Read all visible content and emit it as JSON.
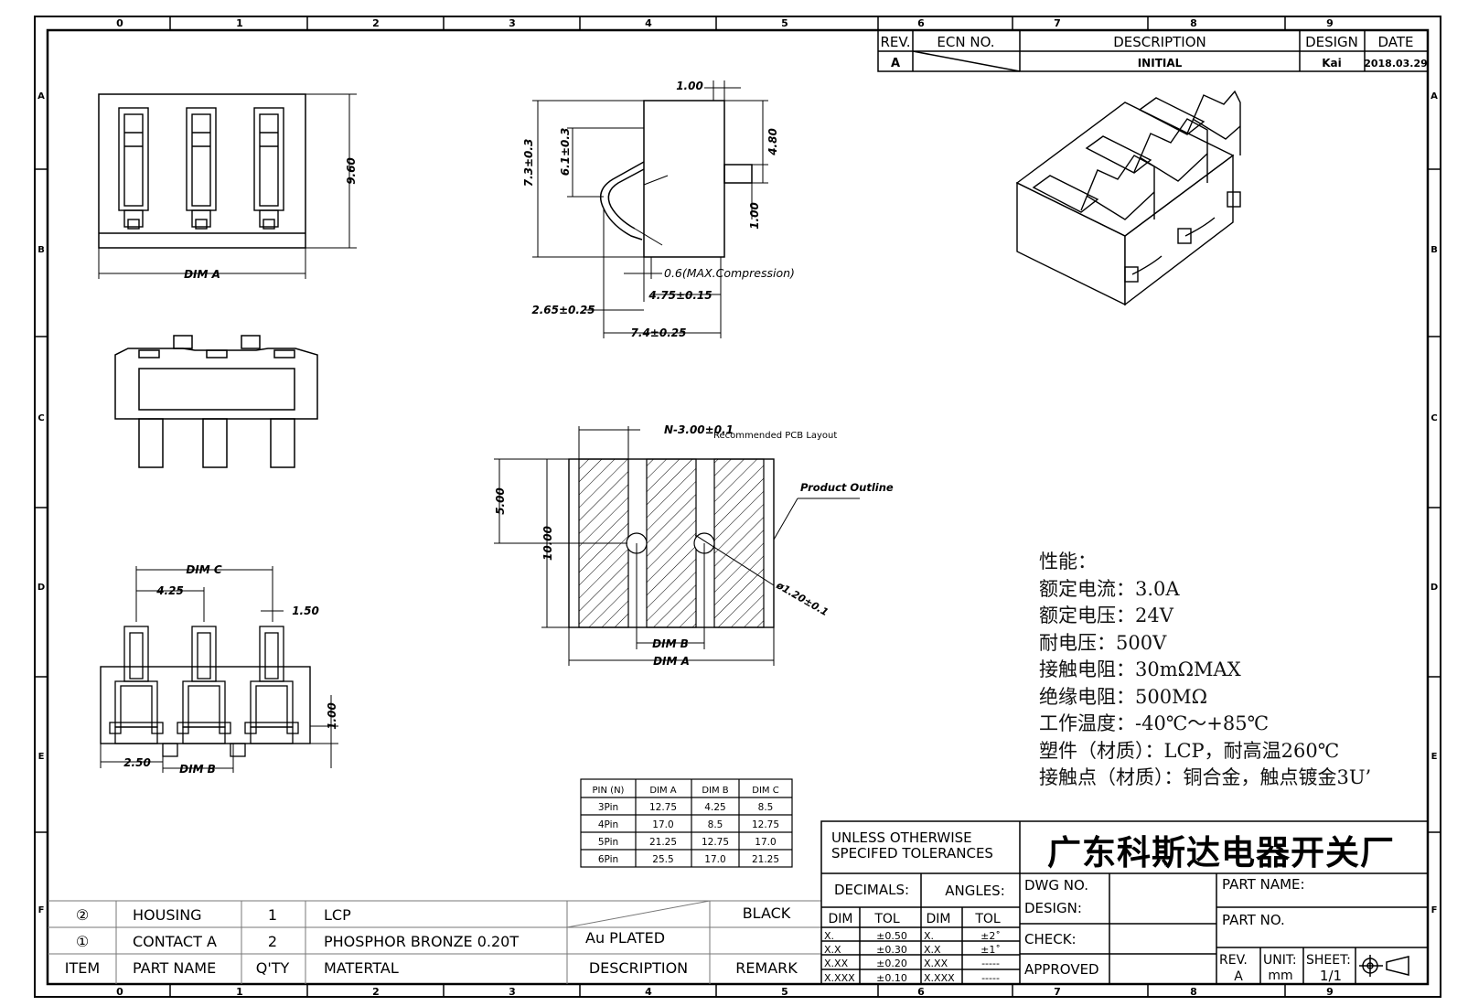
{
  "zone_cols_top": [
    "0",
    "1",
    "2",
    "3",
    "4",
    "5",
    "6",
    "7",
    "8",
    "9"
  ],
  "zone_rows": [
    "A",
    "B",
    "C",
    "D",
    "E",
    "F"
  ],
  "revision_block": {
    "headers": {
      "rev": "REV.",
      "ecn": "ECN NO.",
      "description": "DESCRIPTION",
      "design": "DESIGN",
      "date": "DATE"
    },
    "row": {
      "rev": "A",
      "description": "INITIAL",
      "design": "Kai",
      "date": "2018.03.29"
    }
  },
  "top_view": {
    "dim_a": "DIM A",
    "height": "9.60"
  },
  "side_view": {
    "d_1_00_top": "1.00",
    "d_7_3": "7.3±0.3",
    "d_6_1": "6.1±0.3",
    "d_4_80": "4.80",
    "d_1_00_side": "1.00",
    "d_compression": "0.6(MAX.Compression)",
    "d_4_75": "4.75±0.15",
    "d_2_65": "2.65±0.25",
    "d_7_4": "7.4±0.25"
  },
  "pcb_layout": {
    "title": "Recommended PCB Layout",
    "pad_width": "N-3.00±0.1",
    "outline": "Product Outline",
    "d_5_00": "5.00",
    "d_10_00": "10.00",
    "hole": "ø1.20±0.1",
    "dim_b": "DIM B",
    "dim_a": "DIM A"
  },
  "bottom_view": {
    "dim_c": "DIM C",
    "d_4_25": "4.25",
    "d_1_50": "1.50",
    "d_1_00": "1.00",
    "d_2_50": "2.50",
    "dim_b": "DIM B"
  },
  "pin_table": {
    "headers": [
      "PIN (N)",
      "DIM A",
      "DIM B",
      "DIM C"
    ],
    "rows": [
      [
        "3Pin",
        "12.75",
        "4.25",
        "8.5"
      ],
      [
        "4Pin",
        "17.0",
        "8.5",
        "12.75"
      ],
      [
        "5Pin",
        "21.25",
        "12.75",
        "17.0"
      ],
      [
        "6Pin",
        "25.5",
        "17.0",
        "21.25"
      ]
    ]
  },
  "specs": [
    "性能：",
    "额定电流：3.0A",
    "额定电压：24V",
    "耐电压：500V",
    "接触电阻：30mΩMAX",
    "绝缘电阻：500MΩ",
    "工作温度：-40℃～+85℃",
    "塑件（材质）：LCP，耐高温260℃",
    "接触点（材质）：铜合金，触点镀金3U’"
  ],
  "bom": {
    "rows": [
      {
        "item": "②",
        "name": "HOUSING",
        "qty": "1",
        "material": "LCP",
        "description": "",
        "remark": "BLACK"
      },
      {
        "item": "①",
        "name": "CONTACT A",
        "qty": "2",
        "material": "PHOSPHOR BRONZE 0.20T",
        "description": "Au PLATED",
        "remark": ""
      }
    ],
    "header": {
      "item": "ITEM",
      "name": "PART NAME",
      "qty": "Q'TY",
      "material": "MATERTAL",
      "description": "DESCRIPTION",
      "remark": "REMARK"
    }
  },
  "tolerance_block": {
    "title_line1": "UNLESS OTHERWISE",
    "title_line2": "SPECIFED TOLERANCES",
    "decimals": "DECIMALS:",
    "angles": "ANGLES:",
    "dim": "DIM",
    "tol": "TOL",
    "dec_rows": [
      [
        "X.",
        "±0.50"
      ],
      [
        "X.X",
        "±0.30"
      ],
      [
        "X.XX",
        "±0.20"
      ],
      [
        "X.XXX",
        "±0.10"
      ]
    ],
    "ang_rows": [
      [
        "X.",
        "±2˚"
      ],
      [
        "X.X",
        "±1˚"
      ],
      [
        "X.XX",
        "-----"
      ],
      [
        "X.XXX",
        "-----"
      ]
    ]
  },
  "title_block": {
    "company": "广东科斯达电器开关厂",
    "dwg_no": "DWG NO.",
    "design": "DESIGN:",
    "check": "CHECK:",
    "approved": "APPROVED",
    "part_name": "PART NAME:",
    "part_no": "PART NO.",
    "rev_label": "REV.",
    "rev_value": "A",
    "unit_label": "UNIT:",
    "unit_value": "mm",
    "sheet_label": "SHEET:",
    "sheet_value": "1/1"
  }
}
